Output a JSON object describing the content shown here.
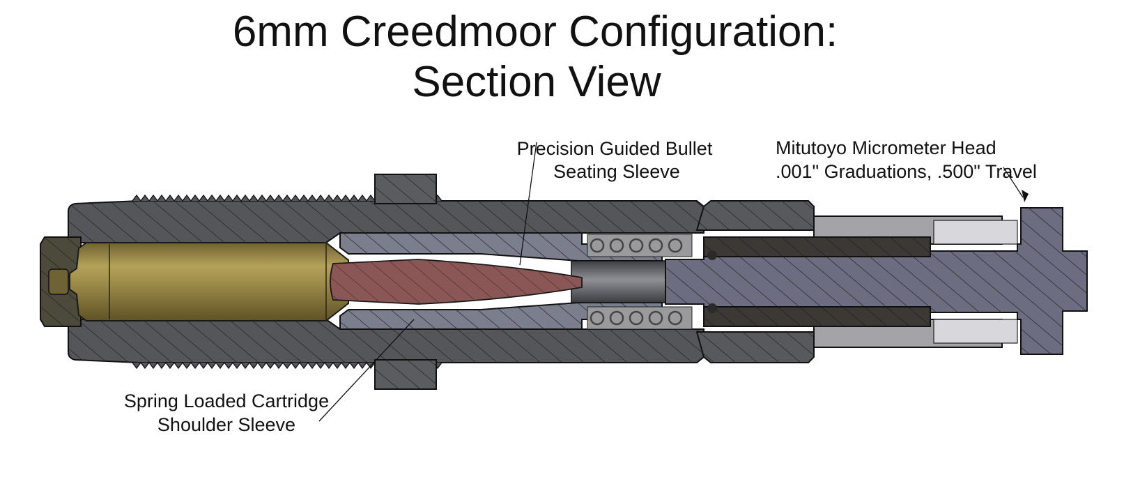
{
  "title": {
    "line1": "6mm Creedmoor Configuration:",
    "line2": "Section View"
  },
  "callouts": {
    "bullet_sleeve": {
      "line1": "Precision Guided Bullet",
      "line2": "Seating Sleeve"
    },
    "micrometer": {
      "line1": "Mitutoyo Micrometer Head",
      "line2": ".001\" Graduations, .500\" Travel"
    },
    "shoulder_sleeve": {
      "line1": "Spring Loaded Cartridge",
      "line2": "Shoulder Sleeve"
    }
  },
  "colors": {
    "die_body": "#55565a",
    "lock_ring": "#5b5c60",
    "seating_sleeve": "#7b7e8c",
    "cartridge_case": "#9c8a48",
    "bullet": "#8a5656",
    "micrometer_spindle": "#6c6d80",
    "micrometer_thimble": "#3c3934",
    "micrometer_sleeve": "#9a9aa0",
    "spring": "#8a8a8a"
  }
}
